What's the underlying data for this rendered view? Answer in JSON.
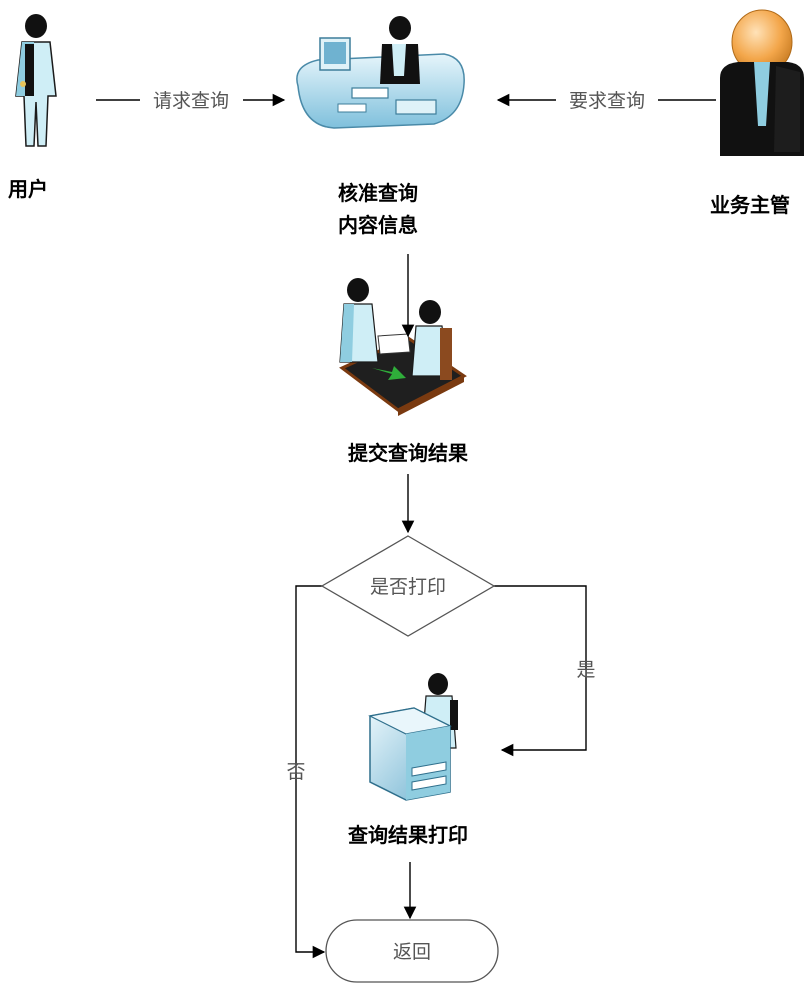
{
  "actors": {
    "user": {
      "label": "用户",
      "icon": "standing-person-icon"
    },
    "manager": {
      "label": "业务主管",
      "icon": "manager-bust-icon"
    }
  },
  "steps": {
    "verify": {
      "line1": "核准查询",
      "line2": "内容信息",
      "icon": "desk-operator-icon"
    },
    "submit": {
      "label": "提交查询结果",
      "icon": "handover-desk-icon"
    },
    "print": {
      "label": "查询结果打印",
      "icon": "printer-operator-icon"
    }
  },
  "flow": {
    "request_label": "请求查询",
    "demand_label": "要求查询",
    "decision_label": "是否打印",
    "yes_label": "是",
    "no_label": "否",
    "end_label": "返回"
  },
  "colors": {
    "line": "#000000",
    "shape_stroke": "#555555",
    "skin_light": "#cfeef6",
    "skin_mid": "#8fcde0",
    "desk_blue": "#bfe2ef",
    "head_orange": "#f3a64a"
  }
}
